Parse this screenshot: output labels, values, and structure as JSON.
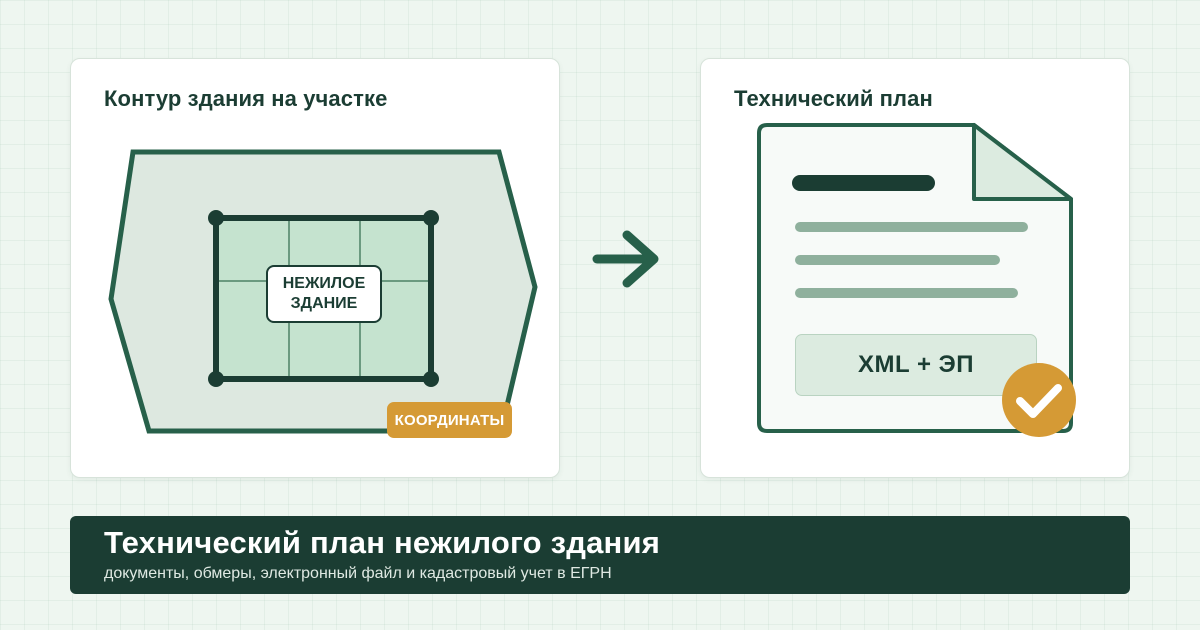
{
  "left_card": {
    "title": "Контур здания на участке",
    "building_label": "НЕЖИЛОЕ\nЗДАНИЕ",
    "coords_badge": "КООРДИНАТЫ"
  },
  "right_card": {
    "title": "Технический план",
    "format_label": "XML + ЭП"
  },
  "banner": {
    "title": "Технический план нежилого здания",
    "subtitle": "документы, обмеры, электронный файл и кадастровый учет в ЕГРН"
  },
  "colors": {
    "dark_green": "#1b3d33",
    "mid_green": "#27604a",
    "light_green": "#cfe6d6",
    "plot_fill": "#dde8e0",
    "accent_gold": "#d59a35",
    "background": "#eef6f0"
  }
}
